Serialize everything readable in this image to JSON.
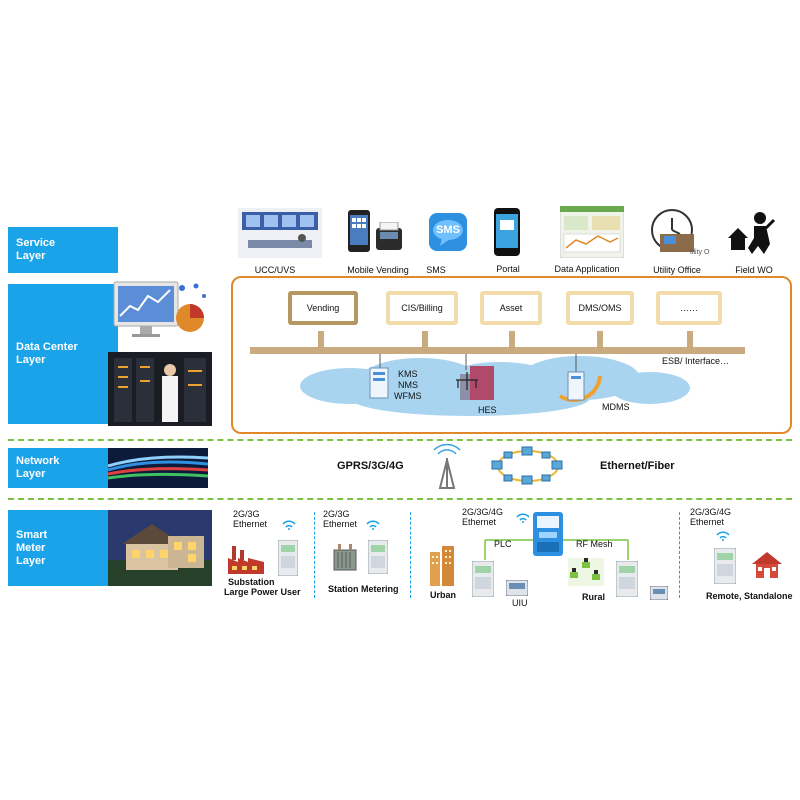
{
  "layers": {
    "service": "Service Layer",
    "data_center": "Data Center Layer",
    "network": "Network Layer",
    "smart_meter": "Smart Meter Layer"
  },
  "services": [
    "UCC/UVS",
    "Mobile Vending",
    "SMS",
    "Portal",
    "Data Application",
    "Utility Office",
    "Field WO"
  ],
  "sms_icon_text": "SMS",
  "data_center": {
    "apps": [
      "Vending",
      "CIS/Billing",
      "Asset",
      "DMS/OMS",
      "……"
    ],
    "esb": "ESB/ Interface…",
    "kms": "KMS",
    "nms": "NMS",
    "wfms": "WFMS",
    "hes": "HES",
    "mdms": "MDMS"
  },
  "network": {
    "wireless": "GPRS/3G/4G",
    "wired": "Ethernet/Fiber"
  },
  "smart_meter": {
    "substation_comm": [
      "2G/3G",
      "Ethernet"
    ],
    "substation_label": [
      "Substation",
      "Large Power User"
    ],
    "station_comm": [
      "2G/3G",
      "Ethernet"
    ],
    "station_label": "Station Metering",
    "urban_comm": [
      "2G/3G/4G",
      "Ethernet"
    ],
    "plc": "PLC",
    "rf_mesh": "RF Mesh",
    "urban": "Urban",
    "uiu": "UIU",
    "rural": "Rural",
    "remote_comm": [
      "2G/3G/4G",
      "Ethernet"
    ],
    "remote_label": "Remote, Standalone"
  },
  "colors": {
    "layer_blue": "#1aa3e8",
    "separator_green": "#7cc242",
    "data_center_border": "#e0892a",
    "bus_tan": "#c9ab7f",
    "cloud_blue": "#a9d4f0",
    "plc_line_green": "#7cc242"
  },
  "icons": [
    "control-room-icon",
    "mobile-phone-icon",
    "pos-terminal-icon",
    "sms-bubble-icon",
    "smartphone-portal-icon",
    "dashboard-icon",
    "clock-office-icon",
    "field-worker-icon",
    "analytics-monitor-icon",
    "server-room-icon",
    "fiber-optic-icon",
    "cell-tower-icon",
    "ring-network-icon",
    "night-house-icon",
    "factory-icon",
    "wifi-icon",
    "smart-meter-icon",
    "transformer-icon",
    "buildings-icon",
    "concentrator-icon",
    "rural-houses-icon",
    "house-icon"
  ]
}
